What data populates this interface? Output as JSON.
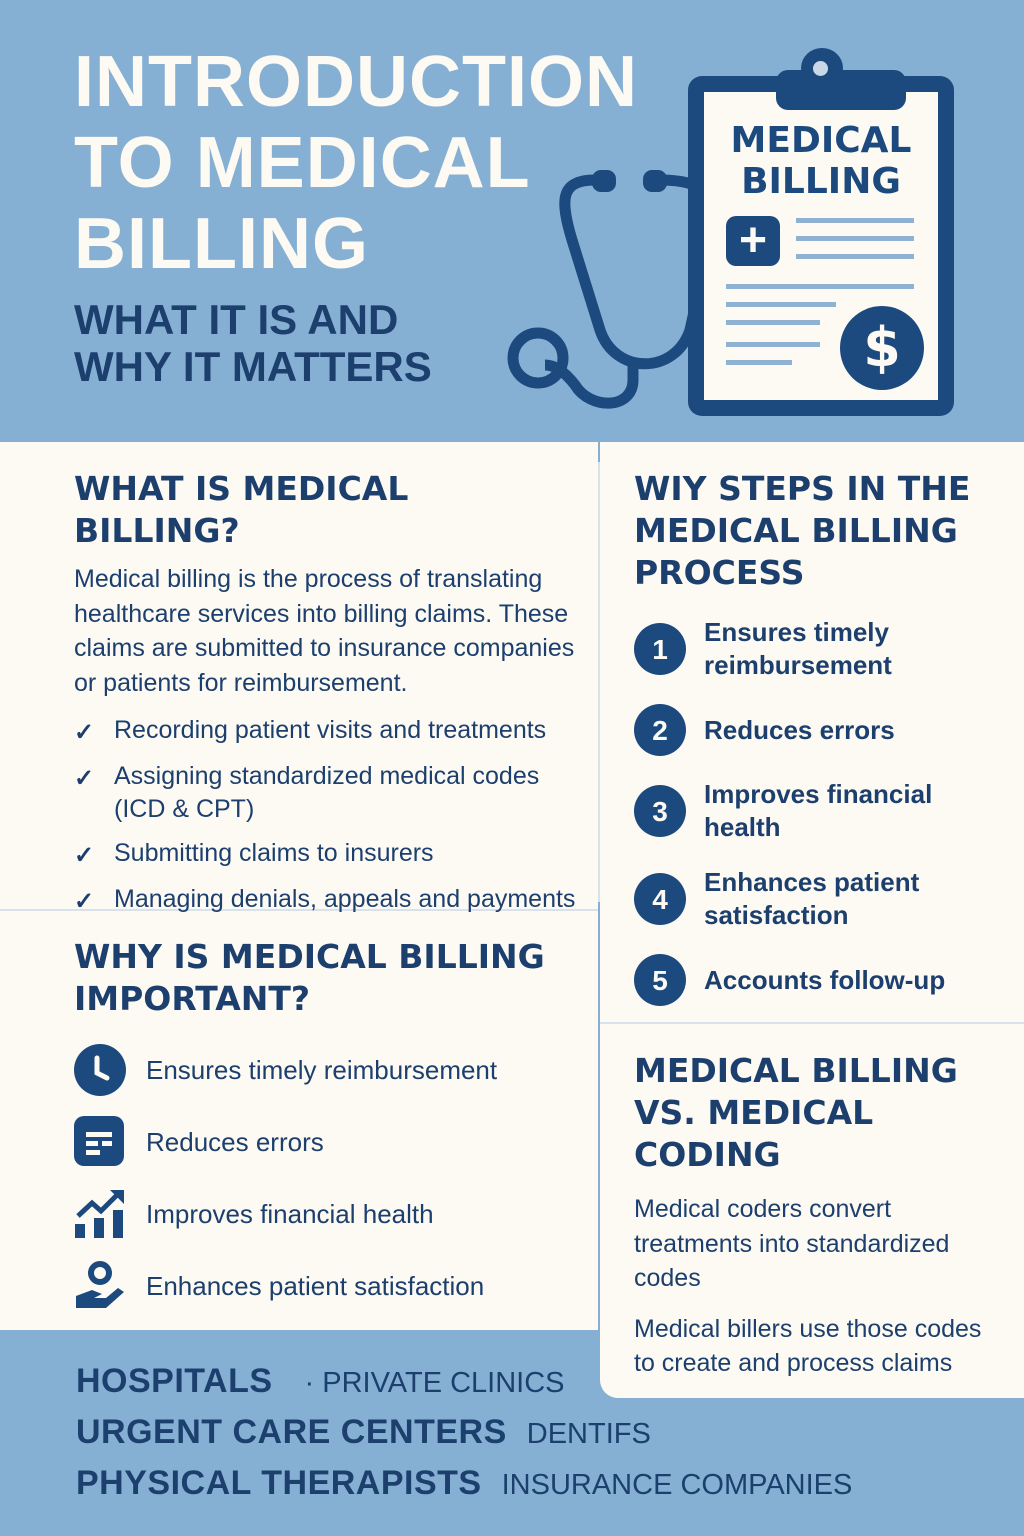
{
  "header": {
    "title_lines": [
      "INTRODUCTION",
      "TO MEDICAL",
      "BILLING"
    ],
    "subtitle_lines": [
      "WHAT IT IS AND",
      "WHY IT MATTERS"
    ],
    "clipboard_title": [
      "MEDICAL",
      "BILLING"
    ],
    "dollar_symbol": "$"
  },
  "what_is": {
    "heading": "WHAT IS MEDICAL BILLING?",
    "description": "Medical billing is the process of translating healthcare services into billing claims. These claims are submitted to insurance companies or patients for reimbursement.",
    "check_items": [
      "Recording patient visits and treatments",
      "Assigning standardized medical codes (ICD & CPT)",
      "Submitting claims to insurers",
      "Managing denials, appeals and payments"
    ]
  },
  "why_important": {
    "heading": "WHY IS MEDICAL BILLING IMPORTANT?",
    "items": [
      {
        "icon": "clock-icon",
        "label": "Ensures timely reimbursement"
      },
      {
        "icon": "document-list-icon",
        "label": "Reduces errors"
      },
      {
        "icon": "growth-chart-icon",
        "label": "Improves financial health"
      },
      {
        "icon": "patient-care-icon",
        "label": "Enhances patient satisfaction"
      }
    ]
  },
  "steps": {
    "heading": "WIY STEPS IN THE MEDICAL BILLING PROCESS",
    "items": [
      {
        "num": "1",
        "label": "Ensures timely reimbursement"
      },
      {
        "num": "2",
        "label": "Reduces errors"
      },
      {
        "num": "3",
        "label": "Improves financial health"
      },
      {
        "num": "4",
        "label": "Enhances patient satisfaction"
      },
      {
        "num": "5",
        "label": "Accounts follow-up"
      }
    ]
  },
  "vs": {
    "heading": "MEDICAL BILLING VS. MEDICAL CODING",
    "paragraphs": [
      "Medical coders convert treatments into standardized codes",
      "Medical billers use those codes to create and process claims"
    ]
  },
  "footer": {
    "rows": [
      {
        "main": "HOSPITALS",
        "secondary": "· PRIVATE CLINICS"
      },
      {
        "main": "URGENT CARE CENTERS",
        "secondary": "DENTIFS"
      },
      {
        "main": "PHYSICAL THERAPISTS",
        "secondary": "INSURANCE COMPANIES"
      }
    ]
  },
  "colors": {
    "background": "#86b0d3",
    "panel": "#fcfaf3",
    "navy": "#1c3f6e",
    "accent": "#1c4a7e"
  }
}
